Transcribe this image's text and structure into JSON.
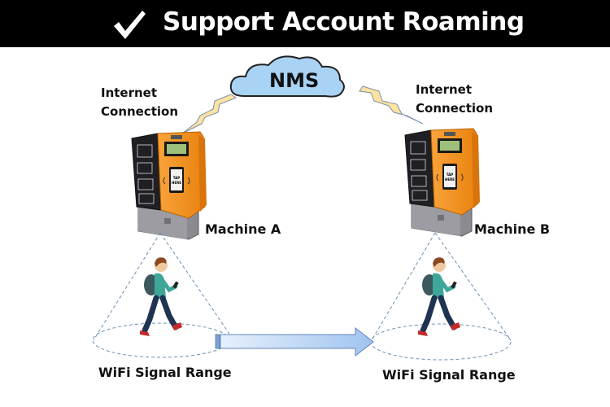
{
  "banner": {
    "title": "Support Account Roaming",
    "icon": "checkmark-icon",
    "background": "#000000",
    "text_color": "#ffffff"
  },
  "cloud": {
    "label": "NMS",
    "fill": "#a9d3f5",
    "icon": "cloud-icon"
  },
  "machines": [
    {
      "name": "Machine A",
      "connection_label_line1": "Internet",
      "connection_label_line2": "Connection",
      "wifi_label": "WiFi Signal Range",
      "screen_text": "TAP HERE"
    },
    {
      "name": "Machine B",
      "connection_label_line1": "Internet",
      "connection_label_line2": "Connection",
      "wifi_label": "WiFi Signal Range",
      "screen_text": "TAP HERE"
    }
  ],
  "colors": {
    "lightning": "#fde3a0",
    "machine_orange": "#f7931e",
    "machine_dark": "#1e1e22",
    "arrow": "#a9c9f0",
    "signal_dash": "#6a8fb5"
  }
}
